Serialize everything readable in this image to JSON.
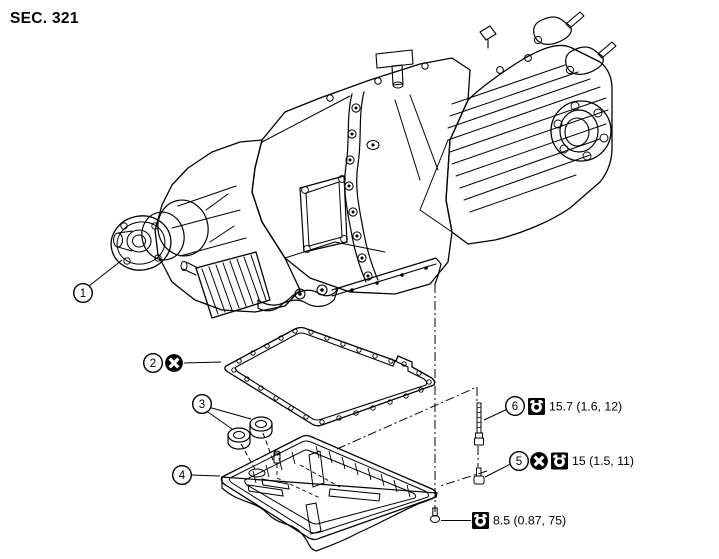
{
  "header": {
    "section_label": "SEC. 321"
  },
  "colors": {
    "ink": "#000000",
    "paper": "#ffffff"
  },
  "callouts": {
    "c1": {
      "number": "1"
    },
    "c2": {
      "number": "2"
    },
    "c3": {
      "number": "3"
    },
    "c4": {
      "number": "4"
    },
    "c5": {
      "number": "5"
    },
    "c6": {
      "number": "6"
    }
  },
  "torque_labels": {
    "bolt6": "15.7 (1.6, 12)",
    "bolt5": "15 (1.5, 11)",
    "drain_plug": "8.5 (0.87, 75)"
  },
  "icons": {
    "non_reusable": "x-in-circle-icon",
    "torque": "torque-wrench-square-icon"
  }
}
